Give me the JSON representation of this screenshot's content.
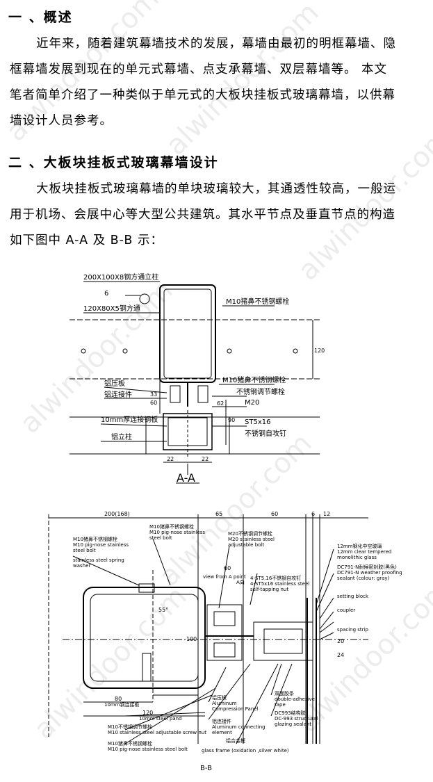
{
  "section1": {
    "heading": "一 、概述",
    "paragraph": "近年来，随着建筑幕墙技术的发展，幕墙由最初的明框幕墙、隐框幕墙发展到现在的单元式幕墙、点支承幕墙、双层幕墙等。  本文笔者简单介绍了一种类似于单元式的大板块挂板式玻璃幕墙，以供幕墙设计人员参考。"
  },
  "section2": {
    "heading": "二 、大板块挂板式玻璃幕墙设计",
    "paragraph": "大板块挂板式玻璃幕墙的单块玻璃较大，其通透性较高，一般运用于机场、会展中心等大型公共建筑。其水平节点及垂直节点的构造如下图中 A-A 及 B-B 示："
  },
  "figure_aa": {
    "caption": "A-A",
    "labels": {
      "steel_post": "200X100X8钢方通立柱",
      "six": "6",
      "steel_tube": "120X80X5钢方通",
      "m10_bolt_top": "M10猪鼻不锈钢螺栓",
      "m10_bolt_mid": "M10猪鼻不锈钢螺栓",
      "clamp_plate": "铝压板",
      "alu_connector": "铝连接件",
      "ss_adjust_bolt": "不锈钢调节螺栓",
      "m20": "M20",
      "plate_10mm": "10mm厚连接钢板",
      "st5x16": "ST5x16",
      "self_tap": "不锈钢自攻钉",
      "alu_post": "铝立柱"
    },
    "dims": {
      "d120": "120",
      "d33": "33",
      "d60": "60",
      "d62": "62",
      "d90": "90",
      "d22a": "22",
      "d22b": "22"
    }
  },
  "figure_bb": {
    "caption": "B-B",
    "dims": {
      "d200": "200(168)",
      "d65": "65",
      "d60": "60",
      "d6": "6",
      "d12": "12",
      "d60b": "60",
      "d80": "80",
      "d120": "120",
      "d55": "55°",
      "d100": "100",
      "d20": "20",
      "d24": "24"
    },
    "labels": {
      "m10_pig_nose": "M10猪鼻不锈钢螺栓",
      "m10_pig_nose_en1": "M10 pig-nose stainless",
      "m10_pig_nose_en2": "steel bolt",
      "spring_washer": "stainless steel spring",
      "spring_washer2": "washer",
      "m10_left_cn": "M10猪鼻不锈钢螺栓",
      "m10_left_en1": "M10 pig-nose stainless",
      "m10_left_en2": "steel bolt",
      "m20_cn": "M20不锈钢调节螺栓",
      "m20_en1": "M20 stainless steel",
      "m20_en2": "adjustable bolt",
      "view_a": "view from A point",
      "view_a2": "A向",
      "st5_cn": "4-ST5.16不锈钢自攻钉",
      "st5_en1": "4-ST5x16 stainless steel",
      "st5_en2": "self-tapping nut",
      "glass_cn": "12mm钢化中空玻璃",
      "glass_en1": "12mm clear tempered",
      "glass_en2": "monolithic glass",
      "dc791_cn": "DC791-N耐候密封胶(黑色)",
      "dc791_en1": "DC791-N weather proofing",
      "dc791_en2": "sealant (colour: gray)",
      "setting_block": "setting block",
      "coupler": "coupler",
      "spacer": "spacing strip",
      "plate_10mm_cn": "10mm钢连接板",
      "plate_10mm_en": "10mm steel pand",
      "m10_adj_cn": "M10不锈钢调节螺栓",
      "m10_adj_en": "M10 stainless steel adjustable screw nut",
      "m10_bolt2_cn": "M10猪鼻不锈钢螺栓",
      "m10_bolt2_en": "M10 pig-nose stainless steel bolt",
      "alu_panel_cn": "铝压板",
      "alu_panel_en1": "Aluminum",
      "alu_panel_en2": "Compression Panel",
      "alu_conn_cn": "铝连接件",
      "alu_conn_en1": "Aluminum connecting",
      "alu_conn_en2": "element",
      "gasket_cn": "双面胶条",
      "gasket_en1": "double-adhesive",
      "gasket_en2": "tape",
      "dc993_cn": "DC993结构胶",
      "dc993_en1": "DC-993 structural",
      "dc993_en2": "glazing sealant",
      "frame_cn": "铝合金框",
      "frame_en": "glass frame (oxidation ,silver white)"
    }
  },
  "watermark": "alwindoor.com"
}
